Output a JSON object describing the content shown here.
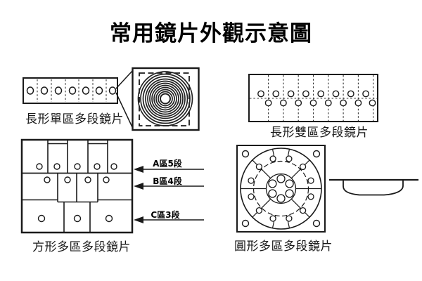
{
  "title": "常用鏡片外觀示意圖",
  "colors": {
    "ink": "#1a1a1a",
    "background": "#ffffff"
  },
  "lenses": {
    "strip_single": {
      "label": "長形單區多段鏡片",
      "segments": 7
    },
    "strip_dual": {
      "label": "長形雙區多段鏡片",
      "rows": 2,
      "top_circles": 8,
      "bottom_circles": 8
    },
    "square_multi": {
      "label": "方形多區多段鏡片",
      "zones": [
        {
          "label": "A區5段",
          "segments": 5
        },
        {
          "label": "B區4段",
          "segments": 4
        },
        {
          "label": "C區3段",
          "segments": 3
        }
      ]
    },
    "round_multi": {
      "label": "圓形多區多段鏡片"
    }
  }
}
